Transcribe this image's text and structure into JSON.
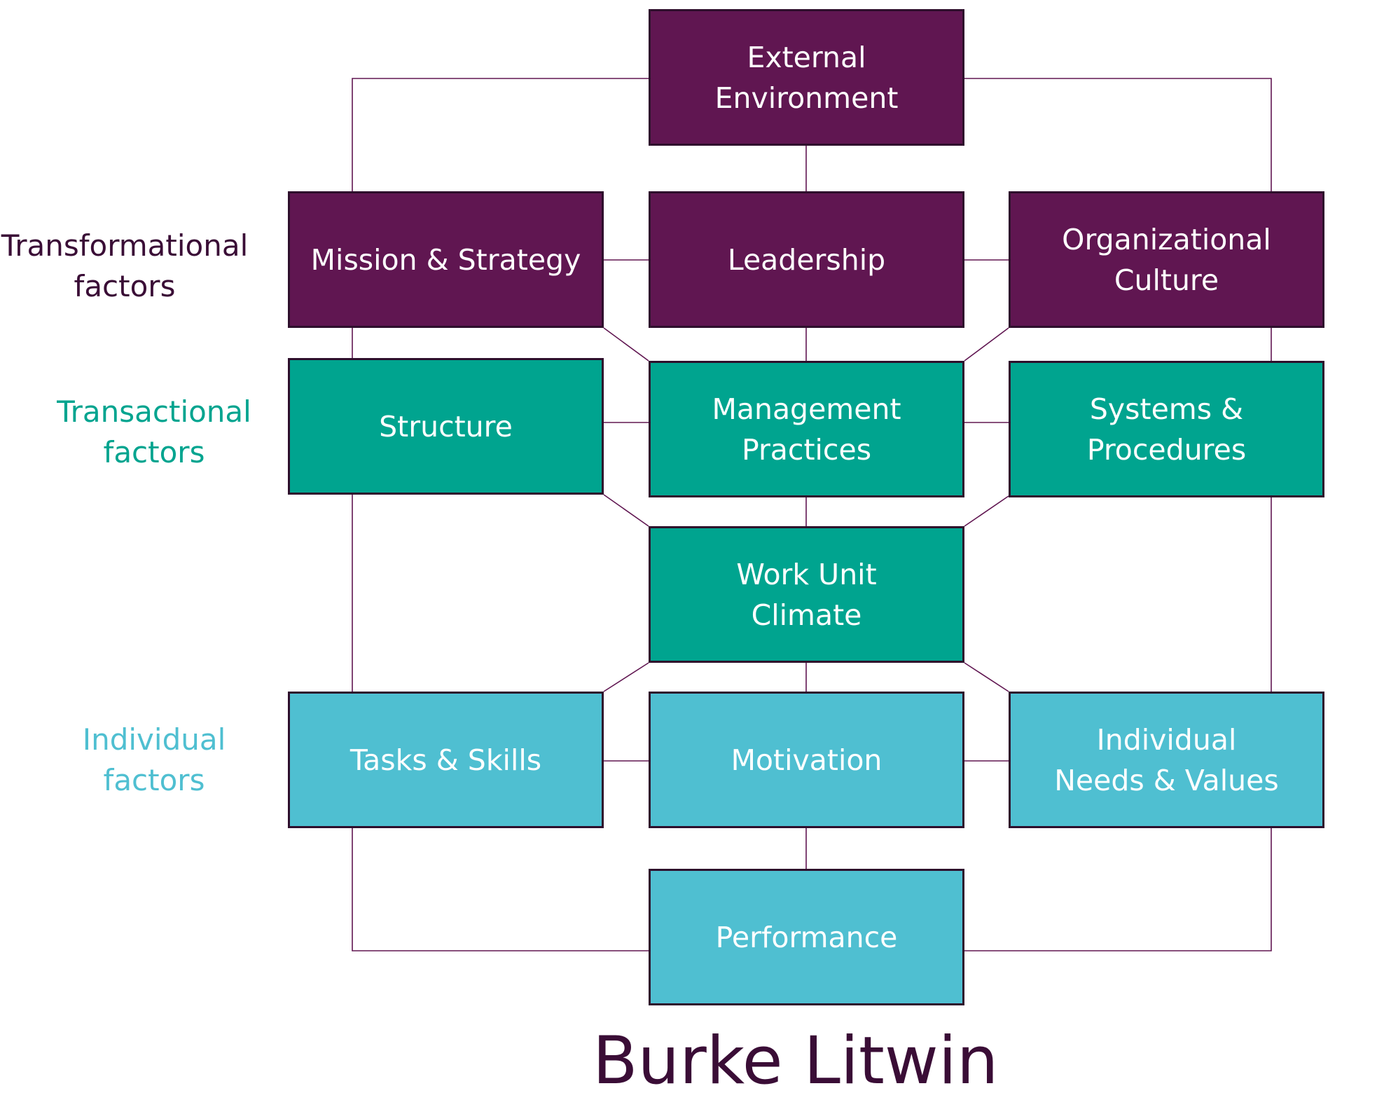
{
  "colors": {
    "transformational": "#601651",
    "transactional": "#00a48f",
    "individual": "#4fbfd1",
    "label_transformational": "#3a0d36",
    "label_transactional": "#00a48f",
    "label_individual": "#4fbfd1",
    "connector": "#601651"
  },
  "labels": {
    "transformational": "Transformational\nfactors",
    "transactional": "Transactional\nfactors",
    "individual": "Individual\nfactors"
  },
  "boxes": {
    "external_environment": "External\nEnvironment",
    "mission_strategy": "Mission & Strategy",
    "leadership": "Leadership",
    "organizational_culture": "Organizational\nCulture",
    "structure": "Structure",
    "management_practices": "Management\nPractices",
    "systems_procedures": "Systems &\nProcedures",
    "work_unit_climate": "Work Unit\nClimate",
    "tasks_skills": "Tasks & Skills",
    "motivation": "Motivation",
    "individual_needs_values": "Individual\nNeeds & Values",
    "performance": "Performance"
  },
  "title": "Burke Litwin"
}
